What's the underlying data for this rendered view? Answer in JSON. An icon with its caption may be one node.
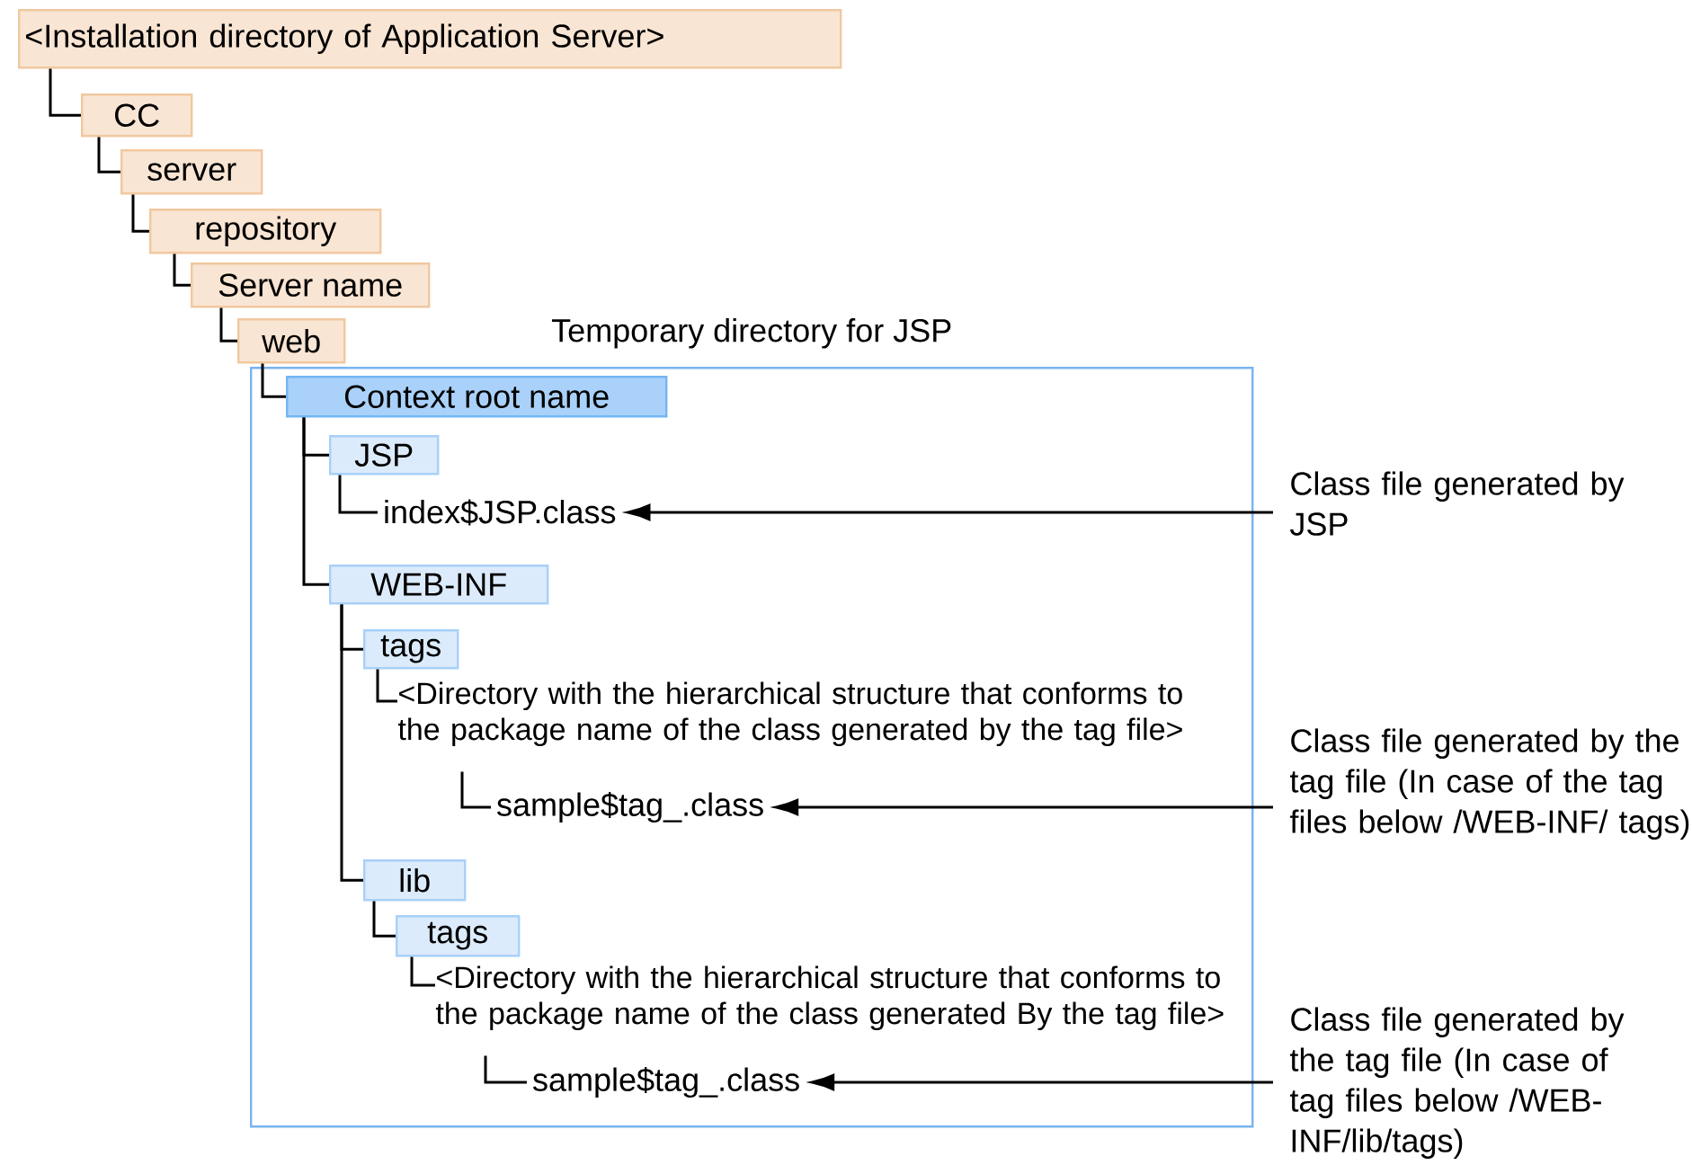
{
  "diagram": {
    "nodes": [
      {
        "text": [
          "<Installation directory of Application Server>"
        ]
      },
      {
        "text": [
          "CC"
        ]
      },
      {
        "text": [
          "server"
        ]
      },
      {
        "text": [
          "repository"
        ]
      },
      {
        "text": [
          "Server name"
        ]
      },
      {
        "text": [
          "web"
        ]
      },
      {
        "text": [
          "Temporary directory for JSP"
        ]
      },
      {
        "text": [
          "Context root name"
        ],
        "in": 6
      },
      {
        "text": [
          "JSP"
        ],
        "in": 6
      },
      {
        "text": [
          "index$JSP.class"
        ],
        "in": 6
      },
      {
        "text": [
          "WEB-INF"
        ],
        "in": 6
      },
      {
        "text": [
          "tags"
        ],
        "in": 6
      },
      {
        "text": [
          "<Directory with the hierarchical structure that conforms to the package name of the class generated by the tag file>"
        ],
        "in": 6
      },
      {
        "text": [
          "sample$tag_.class"
        ],
        "in": 6
      },
      {
        "text": [
          "lib"
        ],
        "in": 6
      },
      {
        "text": [
          "tags"
        ],
        "in": 6
      },
      {
        "text": [
          "<Directory with the hierarchical structure that conforms to the package name of the class generated By the tag file>"
        ],
        "in": 6
      },
      {
        "text": [
          "sample$tag_.class"
        ],
        "in": 6
      },
      {
        "text": [
          "Class file generated by JSP"
        ]
      },
      {
        "text": [
          "Class file generated by the tag file (In case of the tag files below /WEB-INF/ tags)"
        ]
      },
      {
        "text": [
          "Class file generated by the tag file (In case of tag files below /WEB-INF/lib/tags)"
        ]
      }
    ],
    "edges": [
      {
        "from": 0,
        "to": 1,
        "arrow": "none"
      },
      {
        "from": 1,
        "to": 2,
        "arrow": "none"
      },
      {
        "from": 2,
        "to": 3,
        "arrow": "none"
      },
      {
        "from": 3,
        "to": 4,
        "arrow": "none"
      },
      {
        "from": 4,
        "to": 5,
        "arrow": "none"
      },
      {
        "from": 5,
        "to": 7,
        "arrow": "none"
      },
      {
        "from": 7,
        "to": 8,
        "arrow": "none"
      },
      {
        "from": 8,
        "to": 9,
        "arrow": "none"
      },
      {
        "from": 7,
        "to": 10,
        "arrow": "none"
      },
      {
        "from": 10,
        "to": 11,
        "arrow": "none"
      },
      {
        "from": 11,
        "to": 12,
        "arrow": "none"
      },
      {
        "from": 12,
        "to": 13,
        "arrow": "none"
      },
      {
        "from": 10,
        "to": 14,
        "arrow": "none"
      },
      {
        "from": 14,
        "to": 15,
        "arrow": "none"
      },
      {
        "from": 15,
        "to": 16,
        "arrow": "none"
      },
      {
        "from": 16,
        "to": 17,
        "arrow": "none"
      },
      {
        "from": 18,
        "to": 9,
        "arrow": "to"
      },
      {
        "from": 19,
        "to": 13,
        "arrow": "to"
      },
      {
        "from": 20,
        "to": 17,
        "arrow": "to"
      }
    ]
  }
}
